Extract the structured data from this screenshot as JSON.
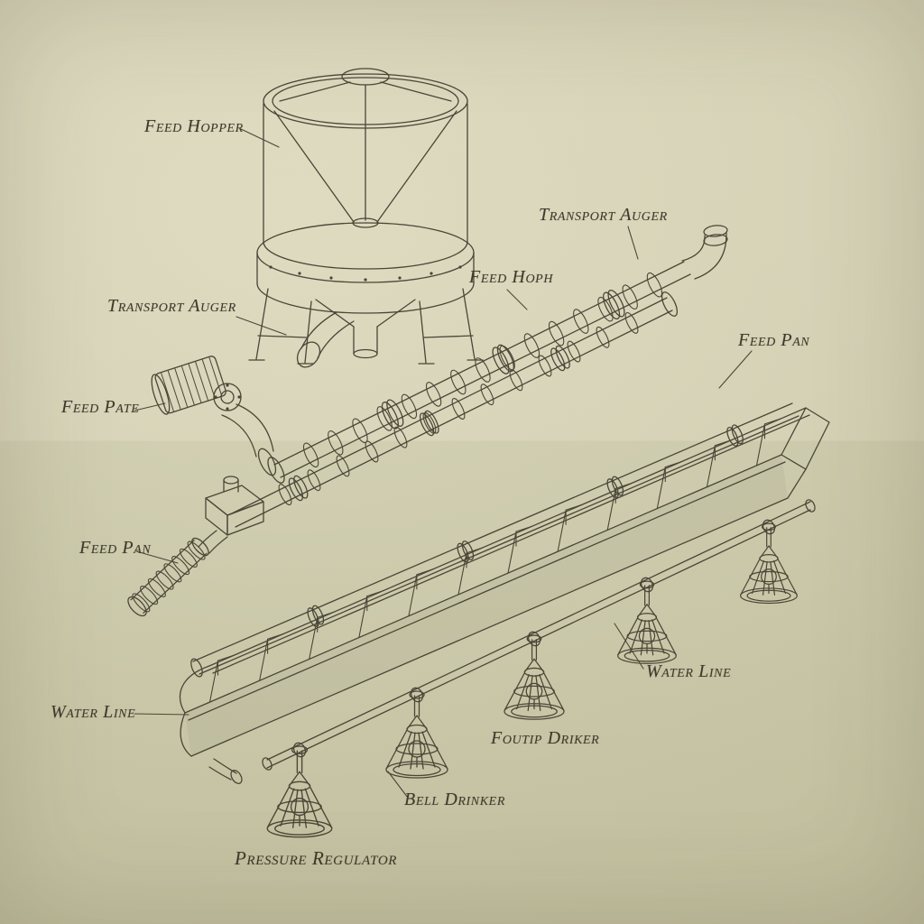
{
  "diagram": {
    "colors": {
      "paper_top": "#d9d5b6",
      "paper_bottom": "#cbc8a6",
      "ink": "#4a4637",
      "label_text": "#3d392b"
    },
    "labels": {
      "feed_hopper": "Feed Hopper",
      "transport_auger_top": "Transport Auger",
      "feed_hoph": "Feed Hoph",
      "transport_auger_left": "Transport Auger",
      "feed_pan_right": "Feed Pan",
      "feed_pate": "Feed Pate",
      "feed_pan_left": "Feed Pan",
      "water_line_right": "Water Line",
      "water_line_left": "Water Line",
      "foutip_driker": "Foutip Driker",
      "bell_drinker": "Bell Drinker",
      "pressure_regulator": "Pressure Regulator"
    }
  }
}
